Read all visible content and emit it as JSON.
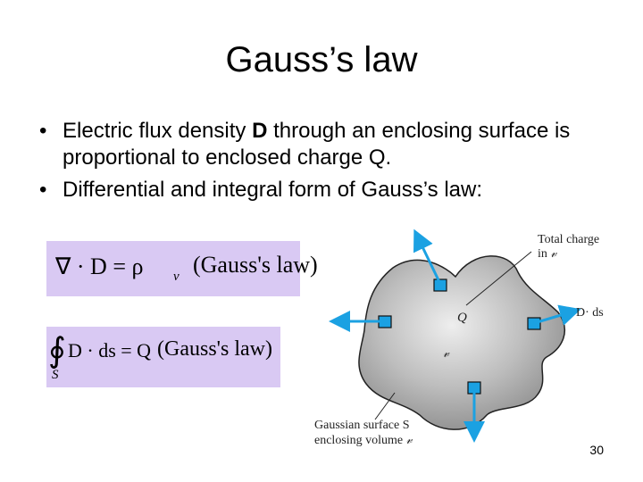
{
  "slide": {
    "title": "Gauss’s law",
    "bullet_symbol": "•",
    "bullets": [
      {
        "text_before": "Electric flux density ",
        "bold": "D",
        "text_after": " through an enclosing surface is proportional to enclosed charge Q."
      },
      {
        "text_before": "Differential and integral form of Gauss’s law:",
        "bold": "",
        "text_after": ""
      }
    ],
    "page_number": "30"
  },
  "equations": {
    "differential": {
      "lhs": "∇ · D = ρ",
      "subscript": "v",
      "name": "(Gauss's law)"
    },
    "integral": {
      "integral": "∮",
      "lower_limit": "S",
      "lhs": "D · ds = Q",
      "name": "(Gauss's law)"
    }
  },
  "diagram": {
    "label_total_charge_line1": "Total charge",
    "label_total_charge_line2": "in ",
    "volume_symbol": "𝓋",
    "label_Q": "Q",
    "label_Dds": "D· ds",
    "label_gaussian_line1": "Gaussian surface S",
    "label_gaussian_line2": "enclosing volume ",
    "colors": {
      "surface_fill": "#9e9e9e",
      "arrow": "#1ba1e2",
      "patch": "#1ba1e2",
      "equation_bg": "#d9c9f3"
    }
  }
}
